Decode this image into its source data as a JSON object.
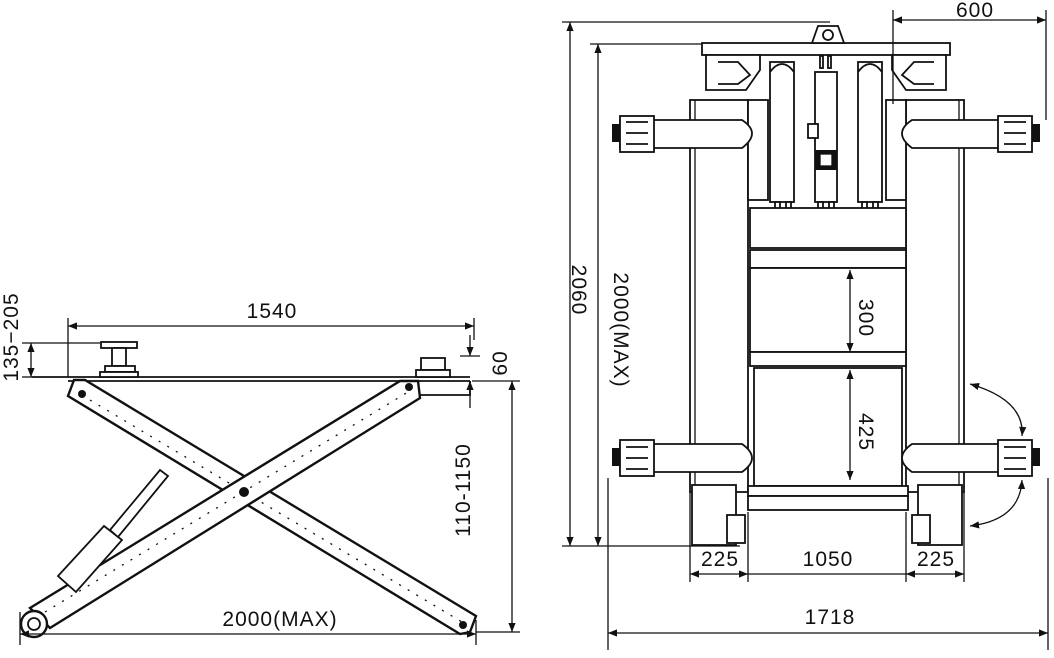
{
  "colors": {
    "line": "#111111",
    "background": "#ffffff"
  },
  "side_view": {
    "dims": {
      "lift_height_range": "135−205",
      "pad_spacing": "1540",
      "platform_thickness": "60",
      "height_range": "110-1150",
      "overall_length": "2000(MAX)"
    }
  },
  "front_view": {
    "dims": {
      "arm_reach": "600",
      "overall_height": "2060",
      "max_length": "2000(MAX)",
      "gap_upper": "300",
      "gap_lower": "425",
      "left_offset": "225",
      "inner_width": "1050",
      "right_offset": "225",
      "overall_width": "1718"
    }
  }
}
